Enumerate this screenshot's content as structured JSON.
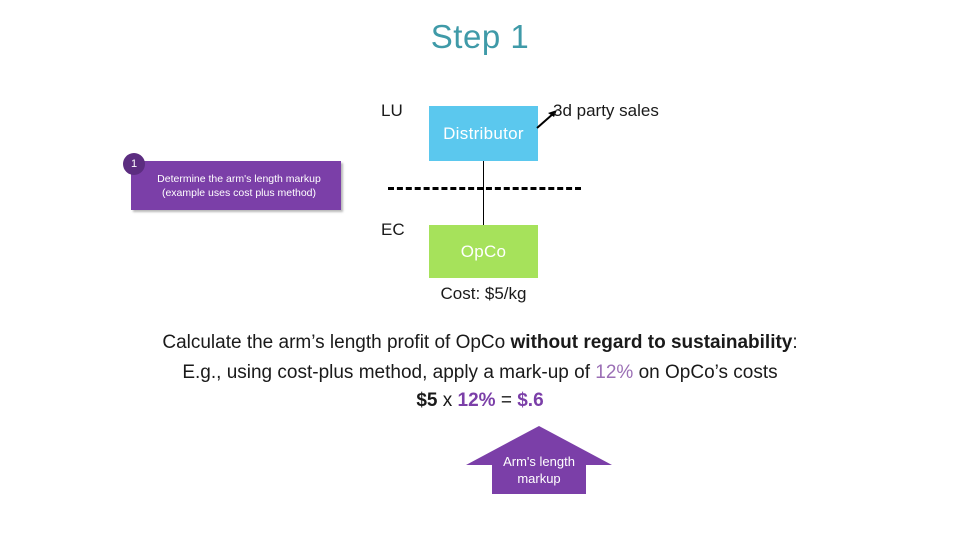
{
  "slide": {
    "title": "Step 1"
  },
  "diagram": {
    "lu_label": "LU",
    "ec_label": "EC",
    "distributor_box": "Distributor",
    "opco_box": "OpCo",
    "third_party_sales": "3d party sales",
    "cost_label": "Cost: $5/kg",
    "colors": {
      "distributor": "#5bc8ee",
      "opco": "#a6e25b",
      "title": "#3f9aa8",
      "purple": "#7b3fa8",
      "accent": "#9b6fb5"
    }
  },
  "callout": {
    "badge_number": "1",
    "text": "Determine the arm's length markup  (example uses cost plus method)"
  },
  "body": {
    "line1_part1": "Calculate the arm’s length profit of OpCo ",
    "line1_bold": "without regard to sustainability",
    "line1_part2": ":",
    "line2_part1": "E.g., using cost-plus method, apply a mark-up of ",
    "line2_accent": "12%",
    "line2_part2": " on OpCo’s costs"
  },
  "formula": {
    "cost": "$5",
    "operator": "x",
    "markup": "12%",
    "equals": "=",
    "result": "$.6"
  },
  "arrow_callout": {
    "line1": "Arm's length",
    "line2": "markup"
  }
}
